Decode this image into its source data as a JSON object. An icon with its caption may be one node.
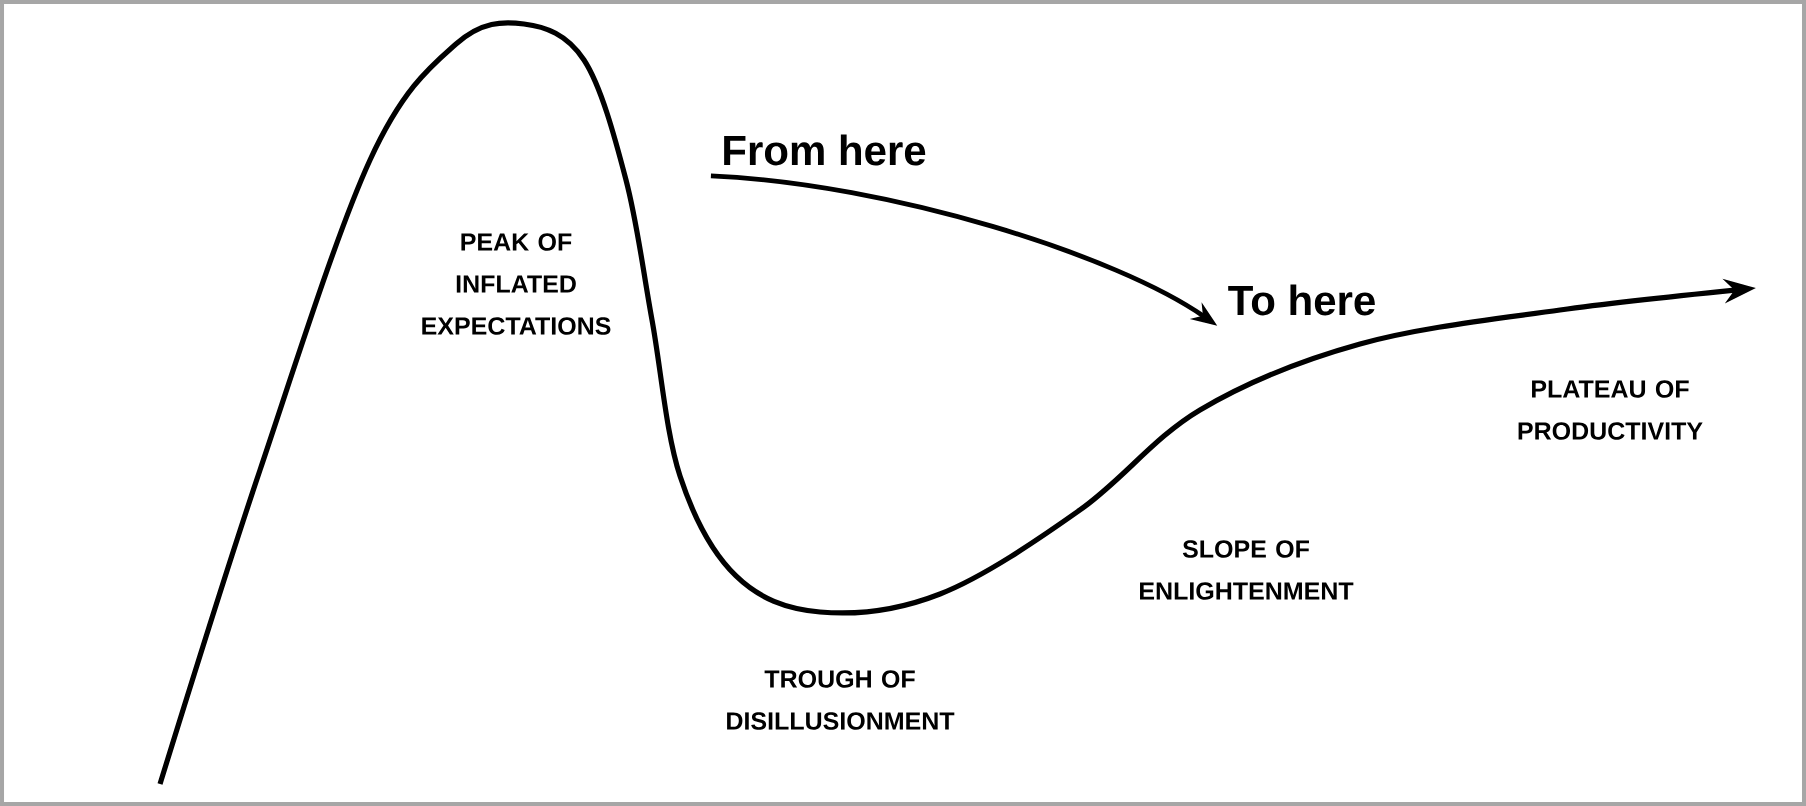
{
  "diagram": {
    "nodes": [
      {
        "text": [
          "From here"
        ]
      },
      {
        "text": [
          "To here"
        ]
      }
    ],
    "edges": [
      {
        "from": 0,
        "to": 1,
        "arrow": "to"
      }
    ],
    "labels": [
      "PEAK OF INFLATED EXPECTATIONS",
      "TROUGH OF DISILLUSIONMENT",
      "SLOPE OF ENLIGHTENMENT",
      "PLATEAU OF PRODUCTIVITY"
    ]
  }
}
